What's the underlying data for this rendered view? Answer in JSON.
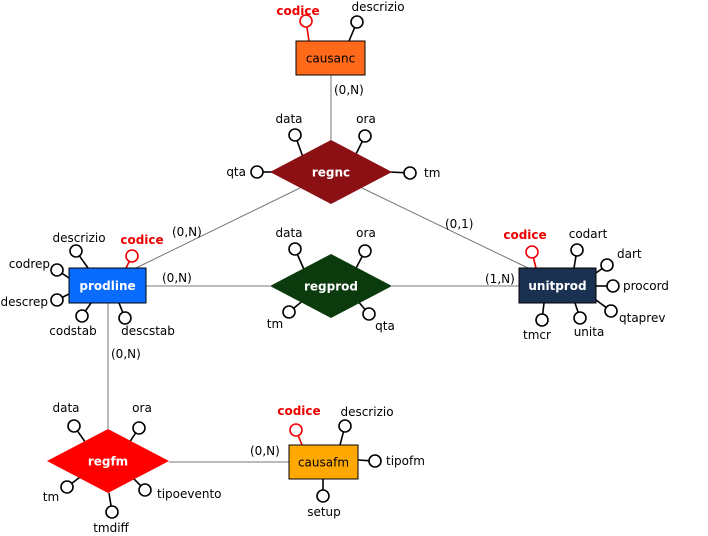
{
  "diagram": {
    "entities": {
      "causanc": {
        "name": "causanc",
        "fill": "#ff6a1a",
        "text_color": "#000000",
        "bold": false
      },
      "prodline": {
        "name": "prodline",
        "fill": "#0a6cff",
        "text_color": "#ffffff",
        "bold": true
      },
      "unitprod": {
        "name": "unitprod",
        "fill": "#1b3152",
        "text_color": "#ffffff",
        "bold": true
      },
      "causafm": {
        "name": "causafm",
        "fill": "#ffa800",
        "text_color": "#000000",
        "bold": false
      }
    },
    "relationships": {
      "regnc": {
        "name": "regnc",
        "fill": "#8b1013"
      },
      "regprod": {
        "name": "regprod",
        "fill": "#0b3a0d"
      },
      "regfm": {
        "name": "regfm",
        "fill": "#ff0000"
      }
    },
    "cardinalities": {
      "causanc_regnc": "(0,N)",
      "prodline_regnc": "(0,N)",
      "unitprod_regnc": "(0,1)",
      "prodline_regprod": "(0,N)",
      "unitprod_regprod": "(1,N)",
      "prodline_regfm": "(0,N)",
      "causafm_regfm": "(0,N)"
    },
    "attributes": {
      "causanc_codice": {
        "label": "codice",
        "key": true
      },
      "causanc_descrizio": {
        "label": "descrizio",
        "key": false
      },
      "regnc_data": {
        "label": "data",
        "key": false
      },
      "regnc_ora": {
        "label": "ora",
        "key": false
      },
      "regnc_qta": {
        "label": "qta",
        "key": false
      },
      "regnc_tm": {
        "label": "tm",
        "key": false
      },
      "prodline_descrizio": {
        "label": "descrizio",
        "key": false
      },
      "prodline_codice": {
        "label": "codice",
        "key": true
      },
      "prodline_codrep": {
        "label": "codrep",
        "key": false
      },
      "prodline_descrep": {
        "label": "descrep",
        "key": false
      },
      "prodline_codstab": {
        "label": "codstab",
        "key": false
      },
      "prodline_descstab": {
        "label": "descstab",
        "key": false
      },
      "regprod_data": {
        "label": "data",
        "key": false
      },
      "regprod_ora": {
        "label": "ora",
        "key": false
      },
      "regprod_tm": {
        "label": "tm",
        "key": false
      },
      "regprod_qta": {
        "label": "qta",
        "key": false
      },
      "unitprod_codice": {
        "label": "codice",
        "key": true
      },
      "unitprod_codart": {
        "label": "codart",
        "key": false
      },
      "unitprod_dart": {
        "label": "dart",
        "key": false
      },
      "unitprod_procord": {
        "label": "procord",
        "key": false
      },
      "unitprod_qtaprev": {
        "label": "qtaprev",
        "key": false
      },
      "unitprod_unita": {
        "label": "unita",
        "key": false
      },
      "unitprod_tmcr": {
        "label": "tmcr",
        "key": false
      },
      "regfm_data": {
        "label": "data",
        "key": false
      },
      "regfm_ora": {
        "label": "ora",
        "key": false
      },
      "regfm_tm": {
        "label": "tm",
        "key": false
      },
      "regfm_tmdiff": {
        "label": "tmdiff",
        "key": false
      },
      "regfm_tipoevento": {
        "label": "tipoevento",
        "key": false
      },
      "causafm_codice": {
        "label": "codice",
        "key": true
      },
      "causafm_descrizio": {
        "label": "descrizio",
        "key": false
      },
      "causafm_tipofm": {
        "label": "tipofm",
        "key": false
      },
      "causafm_setup": {
        "label": "setup",
        "key": false
      }
    },
    "colors": {
      "line": "#000000",
      "key_attribute": "#ee0000",
      "connector": "#777777"
    }
  }
}
